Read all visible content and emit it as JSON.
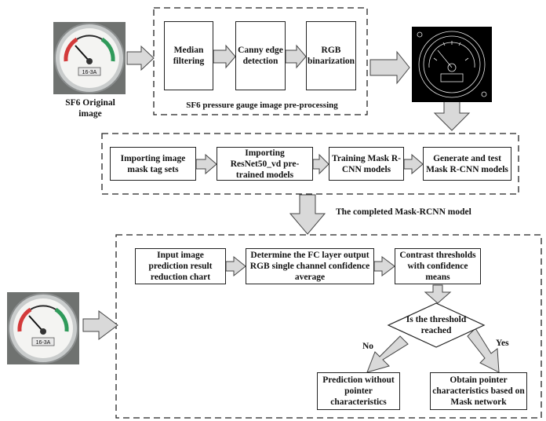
{
  "top_left": {
    "caption": "SF6 Original image"
  },
  "preprocessing": {
    "group_label": "SF6 pressure gauge image pre-processing",
    "steps": [
      "Median filtering",
      "Canny edge detection",
      "RGB binarization"
    ]
  },
  "training": {
    "steps": [
      "Importing image mask tag sets",
      "Importing ResNet50_vd pre-trained models",
      "Training Mask R-CNN models",
      "Generate and test Mask R-CNN models"
    ],
    "result_label": "The completed Mask-RCNN model"
  },
  "inference": {
    "steps": [
      "Input image prediction result reduction chart",
      "Determine the FC layer output RGB single channel confidence average",
      "Contrast thresholds with confidence means"
    ],
    "decision": "Is the threshold reached",
    "no_label": "No",
    "yes_label": "Yes",
    "no_outcome": "Prediction without pointer characteristics",
    "yes_outcome": "Obtain pointer characteristics based on Mask network"
  },
  "gauge": {
    "reading": "16-3A"
  }
}
